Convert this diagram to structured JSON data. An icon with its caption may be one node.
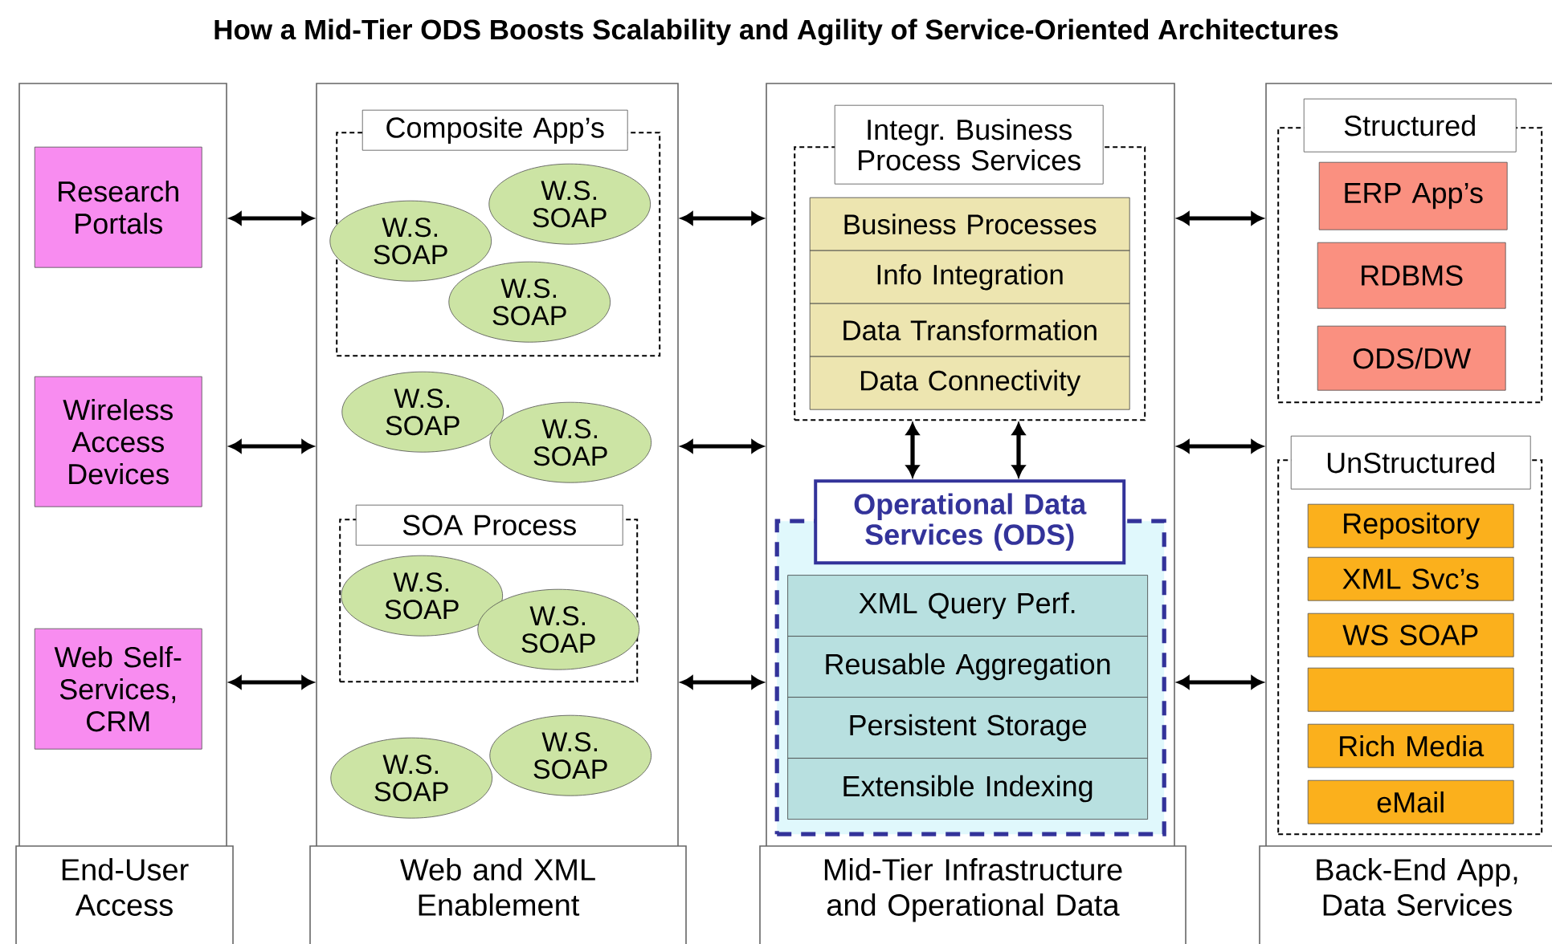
{
  "diagram": {
    "title": "How a Mid-Tier ODS Boosts Scalability and Agility of Service-Oriented Architectures",
    "nodes": [
      {
        "text": [
          "End-User Access"
        ]
      },
      {
        "text": [
          "Research Portals"
        ],
        "in": 0
      },
      {
        "text": [
          "Wireless Access Devices"
        ],
        "in": 0
      },
      {
        "text": [
          "Web Self-Services, CRM"
        ],
        "in": 0
      },
      {
        "text": [
          "Web and XML Enablement"
        ]
      },
      {
        "text": [
          "Composite App’s"
        ],
        "in": 4
      },
      {
        "text": [
          "W.S. SOAP"
        ],
        "in": 5
      },
      {
        "text": [
          "W.S. SOAP"
        ],
        "in": 5
      },
      {
        "text": [
          "W.S. SOAP"
        ],
        "in": 5
      },
      {
        "text": [
          "W.S. SOAP"
        ],
        "in": 4
      },
      {
        "text": [
          "W.S. SOAP"
        ],
        "in": 4
      },
      {
        "text": [
          "SOA Process"
        ],
        "in": 4
      },
      {
        "text": [
          "W.S. SOAP"
        ],
        "in": 11
      },
      {
        "text": [
          "W.S. SOAP"
        ],
        "in": 11
      },
      {
        "text": [
          "W.S. SOAP"
        ],
        "in": 4
      },
      {
        "text": [
          "W.S. SOAP"
        ],
        "in": 4
      },
      {
        "text": [
          "Mid-Tier Infrastructure and Operational Data"
        ]
      },
      {
        "text": [
          "Integr. Business Process Services"
        ],
        "in": 16
      },
      {
        "text": [
          "Business Processes"
        ],
        "in": 17
      },
      {
        "text": [
          "Info Integration"
        ],
        "in": 17
      },
      {
        "text": [
          "Data Transformation"
        ],
        "in": 17
      },
      {
        "text": [
          "Data Connectivity"
        ],
        "in": 17
      },
      {
        "text": [
          "Operational Data Services (ODS)"
        ],
        "in": 16
      },
      {
        "text": [
          "XML Query Perf."
        ],
        "in": 22
      },
      {
        "text": [
          "Reusable Aggregation"
        ],
        "in": 22
      },
      {
        "text": [
          "Persistent Storage"
        ],
        "in": 22
      },
      {
        "text": [
          "Extensible Indexing"
        ],
        "in": 22
      },
      {
        "text": [
          "Back-End App, Data Services"
        ]
      },
      {
        "text": [
          "Structured"
        ],
        "in": 27
      },
      {
        "text": [
          "ERP App’s"
        ],
        "in": 28
      },
      {
        "text": [
          "RDBMS"
        ],
        "in": 28
      },
      {
        "text": [
          "ODS/DW"
        ],
        "in": 28
      },
      {
        "text": [
          "UnStructured"
        ],
        "in": 27
      },
      {
        "text": [
          "Repository"
        ],
        "in": 32
      },
      {
        "text": [
          "XML Svc’s"
        ],
        "in": 32
      },
      {
        "text": [
          "WS SOAP"
        ],
        "in": 32
      },
      {
        "text": [],
        "shape": "box",
        "in": 32
      },
      {
        "text": [
          "Rich Media"
        ],
        "in": 32
      },
      {
        "text": [
          "eMail"
        ],
        "in": 32
      }
    ],
    "edges": [
      {
        "from": 0,
        "to": 4,
        "arrow": "both"
      },
      {
        "from": 0,
        "to": 4,
        "arrow": "both"
      },
      {
        "from": 0,
        "to": 4,
        "arrow": "both"
      },
      {
        "from": 4,
        "to": 16,
        "arrow": "both"
      },
      {
        "from": 4,
        "to": 16,
        "arrow": "both"
      },
      {
        "from": 4,
        "to": 16,
        "arrow": "both"
      },
      {
        "from": 16,
        "to": 27,
        "arrow": "both"
      },
      {
        "from": 16,
        "to": 27,
        "arrow": "both"
      },
      {
        "from": 16,
        "to": 27,
        "arrow": "both"
      },
      {
        "from": 17,
        "to": 22,
        "arrow": "both"
      },
      {
        "from": 17,
        "to": 22,
        "arrow": "both"
      }
    ]
  }
}
